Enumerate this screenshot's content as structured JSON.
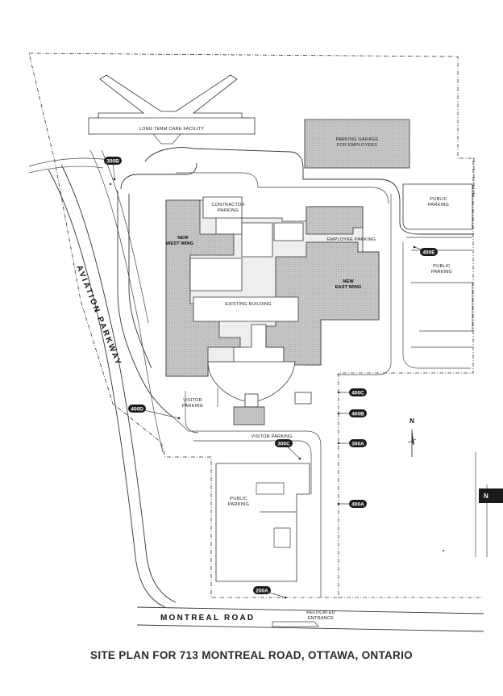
{
  "title": "SITE PLAN FOR 713 MONTREAL ROAD, OTTAWA, ONTARIO",
  "roads": {
    "aviation": "AVIATION PARKWAY",
    "montreal": "MONTREAL ROAD"
  },
  "labels": {
    "long_term_care": "LONG TERM CARE FACILITY",
    "parking_garage_1": "PARKING GARAGE",
    "parking_garage_2": "FOR EMPLOYEES",
    "contractor_1": "CONTRACTOR",
    "contractor_2": "PARKING",
    "public_parking_ne_1": "PUBLIC",
    "public_parking_ne_2": "PARKING",
    "employee_parking": "EMPLOYEE PARKING",
    "public_parking_e_1": "PUBLIC",
    "public_parking_e_2": "PARKING",
    "new_west_1": "NEW",
    "new_west_2": "WEST WING",
    "new_east_1": "NEW",
    "new_east_2": "EAST WING",
    "existing": "EXISTING BUILDING",
    "visitor_parking_w_1": "VISITOR",
    "visitor_parking_w_2": "PARKING",
    "visitor_parking_s": "VISITOR PARKING",
    "public_parking_s_1": "PUBLIC",
    "public_parking_s_2": "PARKING",
    "relocated_1": "RELOCATED",
    "relocated_2": "ENTRANCE",
    "north": "N",
    "edge_fragment": "N"
  },
  "markers": [
    "300B",
    "400E",
    "400C",
    "400B",
    "400D",
    "300C",
    "300A",
    "400A",
    "200A"
  ],
  "colors": {
    "ink": "#333333",
    "tag_fill": "#1a1a1a",
    "stipple": "#bdbdbd"
  }
}
